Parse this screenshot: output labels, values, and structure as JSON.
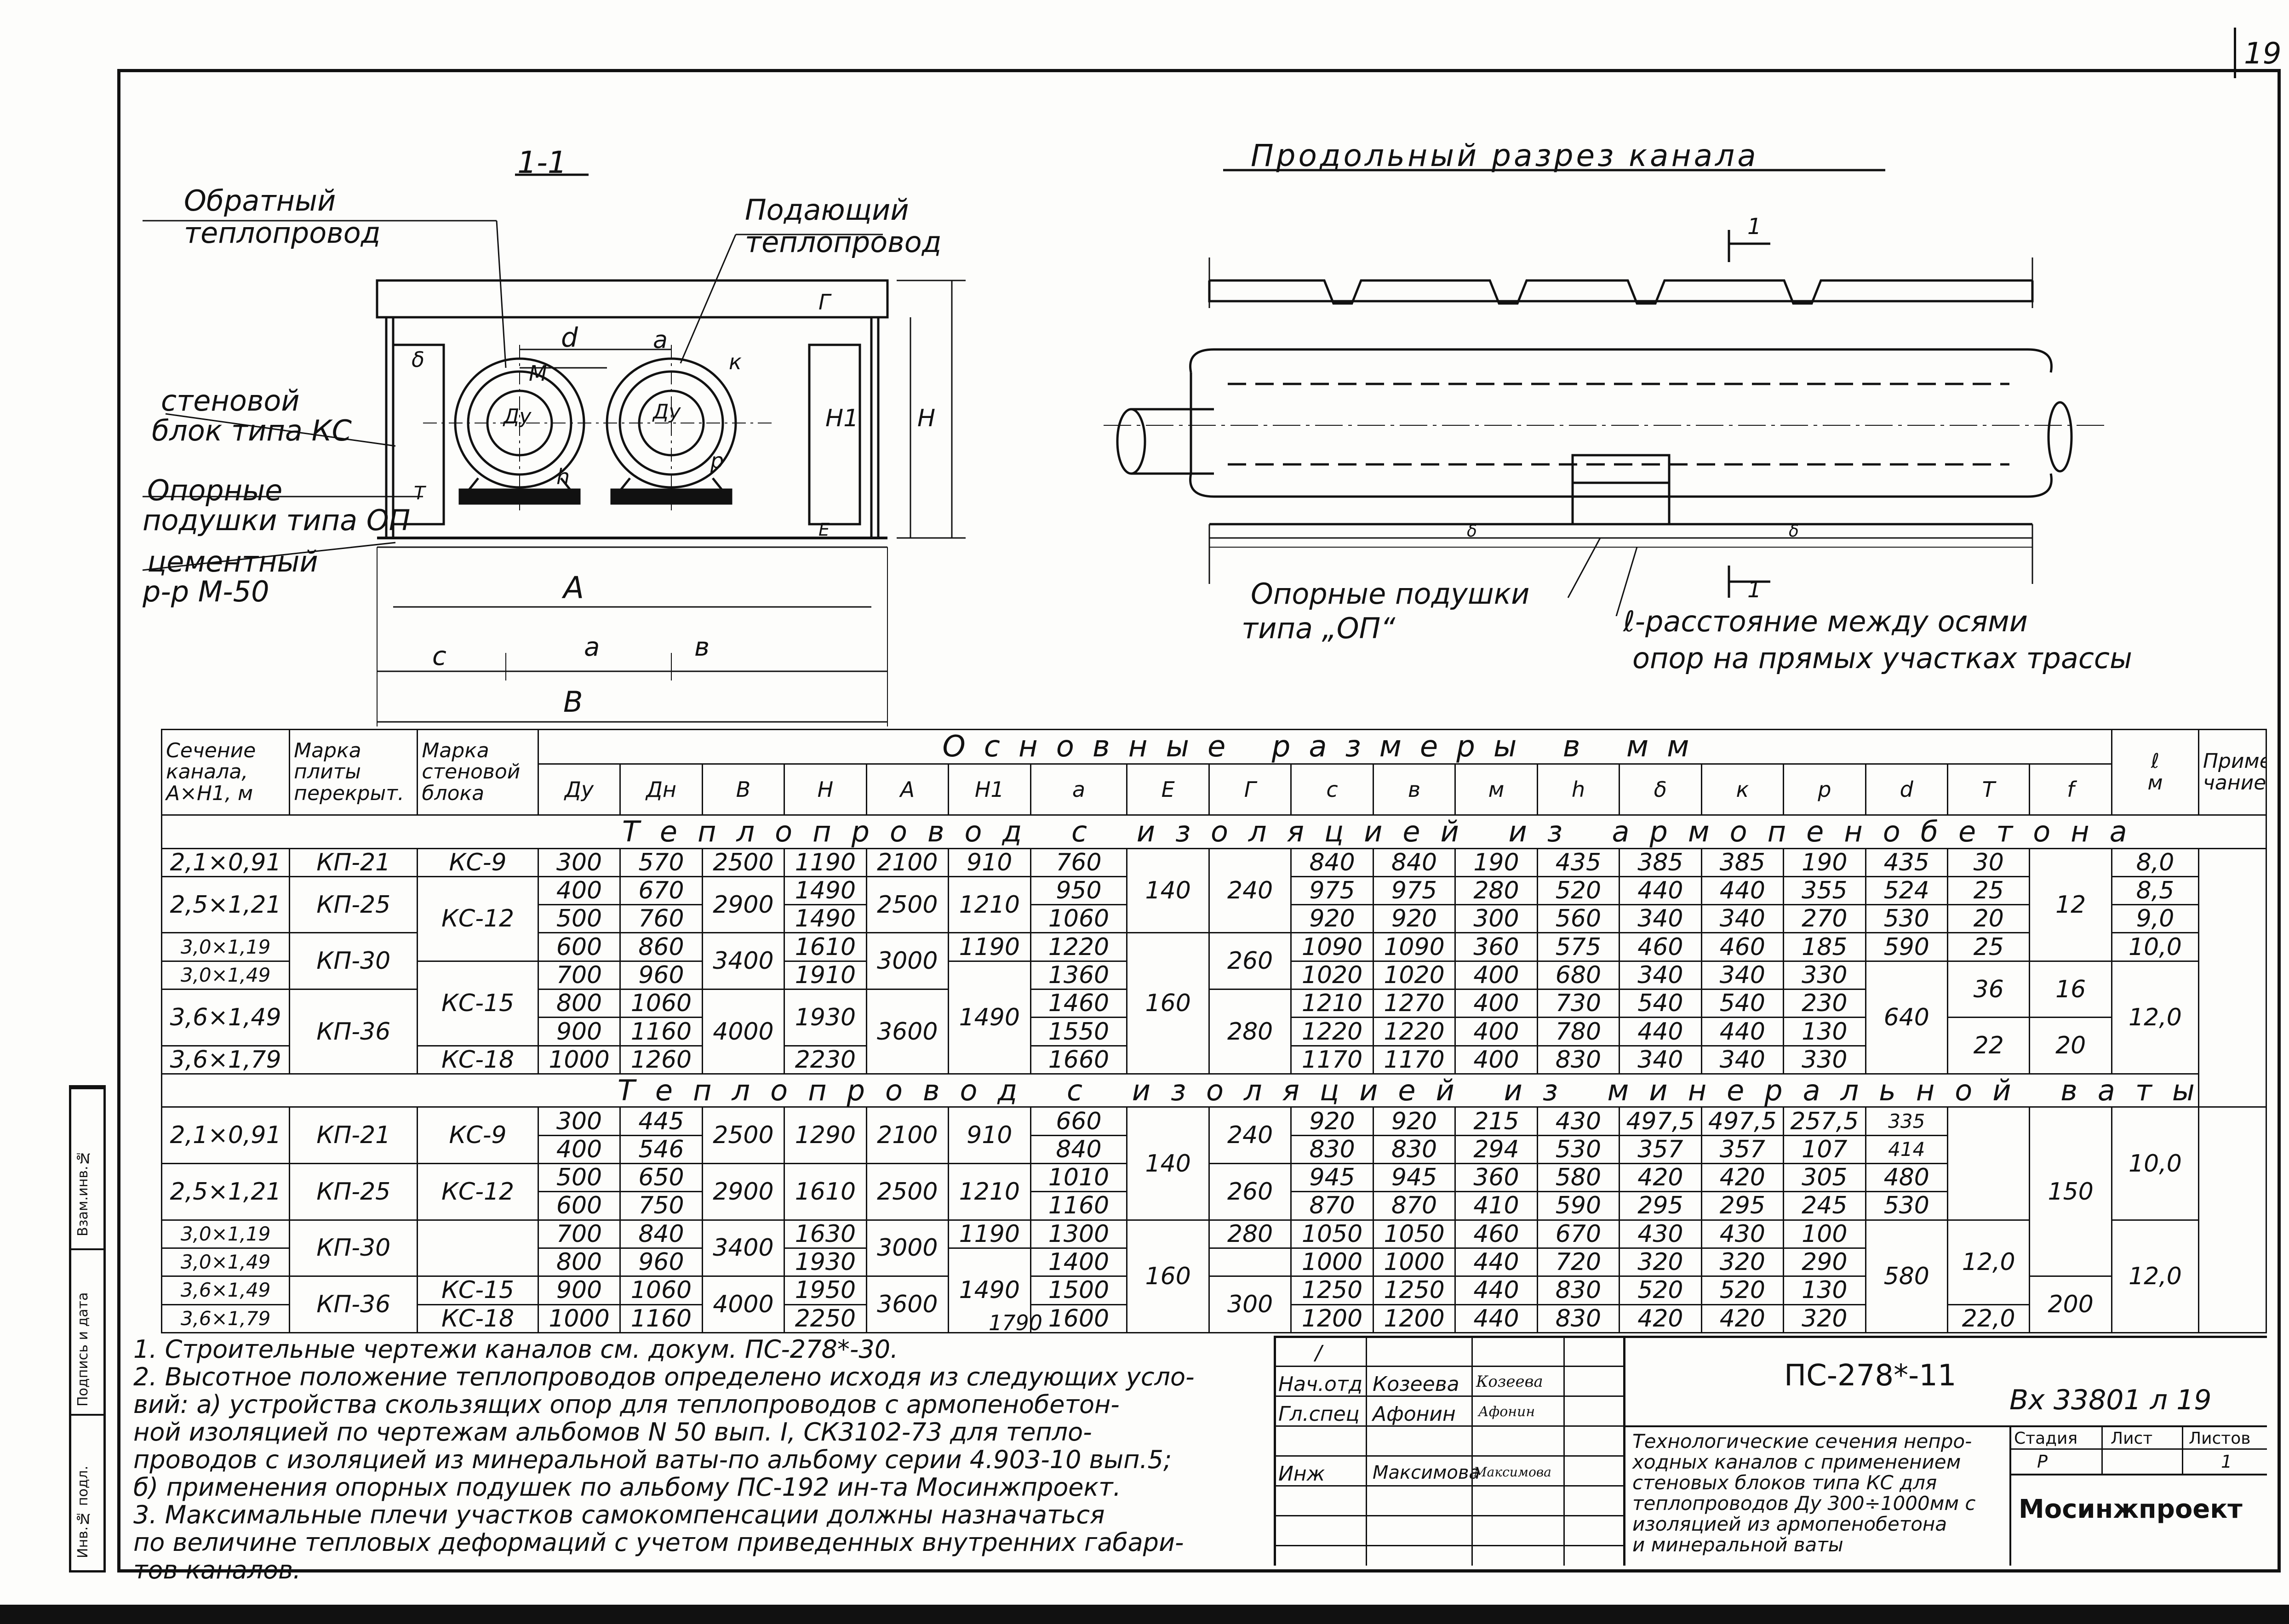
{
  "sheet": {
    "page_number": "19"
  },
  "section": {
    "title": "1-1",
    "labels": {
      "return_pipe": [
        "Обратный",
        "теплопровод"
      ],
      "supply_pipe": [
        "Подающий",
        "теплопровод"
      ],
      "wall_block": [
        "стеновой",
        "блок типа КС"
      ],
      "support_pads": [
        "Опорные",
        "подушки типа ОП"
      ],
      "mortar": [
        "цементный",
        "р-р М-50"
      ]
    },
    "dims": {
      "d": "d",
      "a": "a",
      "m": "M",
      "dy1": "Ду",
      "dy2": "Ду",
      "delta": "δ",
      "k": "к",
      "h": "h",
      "p": "р",
      "t": "T",
      "e": "E",
      "g": "Г",
      "h1": "H1",
      "H": "H",
      "A": "A",
      "c": "c",
      "a2": "a",
      "b": "в",
      "B": "B"
    }
  },
  "longitudinal": {
    "title": "Продольный разрез канала",
    "cut_label_top": "1",
    "cut_label_bottom": "1",
    "pads_label": [
      "Опорные подушки",
      "типа „ОП“"
    ],
    "spacing_label": [
      "ℓ-расстояние между осями",
      "опор на прямых участках трассы"
    ],
    "dim_marks": [
      "δ",
      "δ"
    ]
  },
  "table": {
    "header": {
      "section": [
        "Сечение",
        "канала,",
        "А×H1, м"
      ],
      "slab": [
        "Марка",
        "плиты",
        "перекрыт."
      ],
      "block": [
        "Марка",
        "стеновой",
        "блока"
      ],
      "group": "Основные размеры в мм",
      "columns": [
        "Ду",
        "Дн",
        "В",
        "Н",
        "А",
        "Н1",
        "а",
        "Е",
        "Г",
        "с",
        "в",
        "м",
        "h",
        "δ",
        "к",
        "р",
        "d",
        "Т",
        "f"
      ],
      "l": [
        "ℓ",
        "м"
      ],
      "note": [
        "Приме",
        "чание"
      ]
    },
    "section1_title": "Теплопровод с изоляцией из армопенобетона",
    "section2_title": "Теплопровод с изоляцией из минеральной ваты",
    "s1": {
      "sec": [
        "2,1×0,91",
        "2,5×1,21",
        "3,0×1,19",
        "3,0×1,49",
        "3,6×1,49",
        "3,6×1,79"
      ],
      "slab": [
        "КП-21",
        "КП-25",
        "КП-30",
        "КП-36"
      ],
      "block": [
        "КС-9",
        "КС-12",
        "КС-15",
        "КС-18"
      ],
      "dy": [
        "300",
        "400",
        "500",
        "600",
        "700",
        "800",
        "900",
        "1000"
      ],
      "dn": [
        "570",
        "670",
        "760",
        "860",
        "960",
        "1060",
        "1160",
        "1260"
      ],
      "B": [
        "2500",
        "2900",
        "3400",
        "4000"
      ],
      "H": [
        "1190",
        "1490",
        "1490",
        "1610",
        "1910",
        "1930",
        "2230"
      ],
      "A": [
        "2100",
        "2500",
        "3000",
        "3600"
      ],
      "H1": [
        "910",
        "1210",
        "1190",
        "1490"
      ],
      "a": [
        "760",
        "950",
        "1060",
        "1220",
        "1360",
        "1460",
        "1550",
        "1660"
      ],
      "E": [
        "140",
        "160"
      ],
      "G": [
        "240",
        "260",
        "280"
      ],
      "c": [
        "840",
        "975",
        "920",
        "1090",
        "1020",
        "1210",
        "1220",
        "1170"
      ],
      "b": [
        "840",
        "975",
        "920",
        "1090",
        "1020",
        "1270",
        "1220",
        "1170"
      ],
      "m": [
        "190",
        "280",
        "300",
        "360",
        "400",
        "400",
        "400",
        "400"
      ],
      "h": [
        "435",
        "520",
        "560",
        "575",
        "680",
        "730",
        "780",
        "830"
      ],
      "delta": [
        "385",
        "440",
        "340",
        "460",
        "340",
        "540",
        "440",
        "340"
      ],
      "k": [
        "385",
        "440",
        "340",
        "460",
        "340",
        "540",
        "440",
        "340"
      ],
      "p": [
        "190",
        "355",
        "270",
        "185",
        "330",
        "230",
        "130",
        "330"
      ],
      "d": [
        "435",
        "524",
        "530",
        "590",
        "640"
      ],
      "T": [
        "30",
        "25",
        "20",
        "25",
        "36",
        "22"
      ],
      "f": [
        "12",
        "16",
        "20"
      ],
      "l": [
        "8,0",
        "8,5",
        "9,0",
        "10,0",
        "12,0"
      ]
    },
    "s2": {
      "sec": [
        "2,1×0,91",
        "2,5×1,21",
        "3,0×1,19",
        "3,0×1,49",
        "3,6×1,49",
        "3,6×1,79"
      ],
      "slab": [
        "КП-21",
        "КП-25",
        "КП-30",
        "КП-36"
      ],
      "block": [
        "КС-9",
        "КС-12",
        "КС-15",
        "КС-18"
      ],
      "dy": [
        "300",
        "400",
        "500",
        "600",
        "700",
        "800",
        "900",
        "1000"
      ],
      "dn": [
        "445",
        "546",
        "650",
        "750",
        "840",
        "960",
        "1060",
        "1160"
      ],
      "B": [
        "2500",
        "2900",
        "3400",
        "4000"
      ],
      "H": [
        "1290",
        "1610",
        "1630",
        "1930",
        "1950",
        "2250"
      ],
      "A": [
        "2100",
        "2500",
        "3000",
        "3600"
      ],
      "H1": [
        "910",
        "1210",
        "1190",
        "1490",
        "1790"
      ],
      "a": [
        "660",
        "840",
        "1010",
        "1160",
        "1300",
        "1400",
        "1500",
        "1600"
      ],
      "E": [
        "140",
        "160"
      ],
      "G": [
        "240",
        "260",
        "280",
        "300"
      ],
      "c": [
        "920",
        "830",
        "945",
        "870",
        "1050",
        "1000",
        "1250",
        "1200"
      ],
      "b": [
        "920",
        "830",
        "945",
        "870",
        "1050",
        "1000",
        "1250",
        "1200"
      ],
      "m": [
        "215",
        "294",
        "360",
        "410",
        "460",
        "440",
        "440",
        "440"
      ],
      "h": [
        "430",
        "530",
        "580",
        "590",
        "670",
        "720",
        "830",
        "830"
      ],
      "delta": [
        "497,5",
        "357",
        "420",
        "295",
        "430",
        "320",
        "520",
        "420"
      ],
      "k": [
        "497,5",
        "357",
        "420",
        "295",
        "430",
        "320",
        "520",
        "420"
      ],
      "p": [
        "257,5",
        "107",
        "305",
        "245",
        "100",
        "290",
        "130",
        "320"
      ],
      "d": [
        "335",
        "414",
        "480",
        "530",
        "580"
      ],
      "T": [
        "12,0",
        "22,0"
      ],
      "f": [
        "150",
        "200"
      ],
      "l": [
        "10,0",
        "12,0"
      ],
      "H1_extra": "1790"
    }
  },
  "notes": [
    "1. Строительные чертежи каналов см. докум. ПС-278*-30.",
    "2. Высотное положение теплопроводов определено исходя из следующих усло-",
    "вий: а) устройства скользящих опор для теплопроводов с армопенобетон-",
    "ной изоляцией по чертежам альбомов N 50 вып. I, СК3102-73  для тепло-",
    "проводов с изоляцией из минеральной ваты-по альбому серии 4.903-10 вып.5;",
    "б) применения опорных подушек по альбому ПС-192 ин-та Мосинжпроект.",
    "3. Максимальные плечи участков самокомпенсации должны назначаться",
    "по величине тепловых деформаций с учетом приведенных внутренних габари-",
    "тов каналов."
  ],
  "title_block": {
    "doc_code": "ПС-278*-11",
    "inv_number": "Вх 33801 л 19",
    "roles": [
      "Нач.отд",
      "Гл.спец",
      "Инж"
    ],
    "names": [
      "Козеева",
      "Афонин",
      "Максимова"
    ],
    "signatures": [
      "Козеева",
      "Афонин",
      "Максимова"
    ],
    "first_cell": "/",
    "description": [
      "Технологические сечения непро-",
      "ходных каналов с применением",
      "стеновых блоков типа КС для",
      "теплопроводов Ду 300÷1000мм с",
      "изоляцией из армопенобетона",
      "и минеральной ваты"
    ],
    "stage_header": [
      "Стадия",
      "Лист",
      "Листов"
    ],
    "stage_values": [
      "Р",
      "",
      "1"
    ],
    "org": "Мосинжпроект"
  },
  "stamp_column": [
    "Инв.№ подл.",
    "Подпись и дата",
    "Взам.инв.№"
  ]
}
